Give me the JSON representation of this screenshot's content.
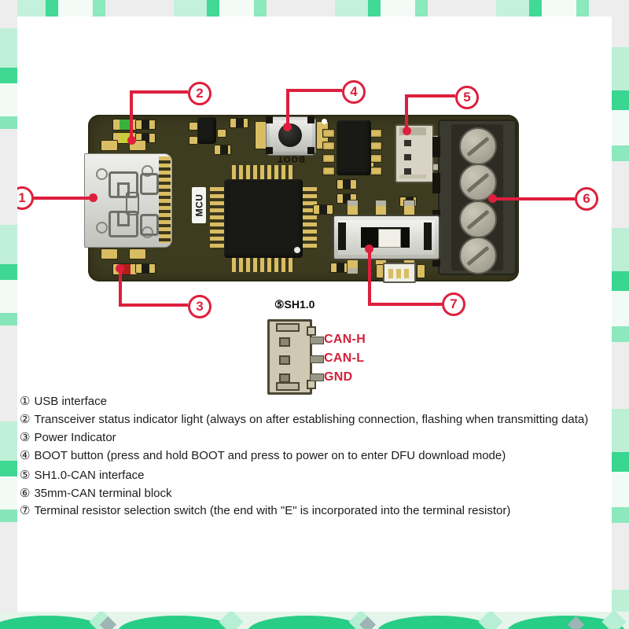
{
  "colors": {
    "accent_red": "#dd1f3d",
    "board_olive": "#3e3c20",
    "pattern_green": "#28cd86",
    "pad_gold": "#d9bd63"
  },
  "board": {
    "mcu_label": "MCU",
    "boot_label": "BOOT"
  },
  "callouts": [
    {
      "num": "1"
    },
    {
      "num": "2"
    },
    {
      "num": "3"
    },
    {
      "num": "4"
    },
    {
      "num": "5"
    },
    {
      "num": "6"
    },
    {
      "num": "7"
    }
  ],
  "detail": {
    "title": "⑤SH1.0",
    "pins": [
      "CAN-H",
      "CAN-L",
      "GND"
    ]
  },
  "legend": {
    "items": [
      {
        "num": "①",
        "text": "USB interface"
      },
      {
        "num": "②",
        "text": "Transceiver status indicator light (always on after establishing connection, flashing when transmitting data)"
      },
      {
        "num": "③",
        "text": "Power Indicator"
      },
      {
        "num": "④",
        "text": "BOOT button (press and hold BOOT and press to power on to enter DFU download mode)"
      },
      {
        "num": "⑤",
        "text": "SH1.0-CAN interface"
      },
      {
        "num": "⑥",
        "text": "35mm-CAN terminal block"
      },
      {
        "num": "⑦",
        "text": "Terminal resistor selection switch (the end with \"E\" is incorporated into the terminal resistor)"
      }
    ]
  }
}
